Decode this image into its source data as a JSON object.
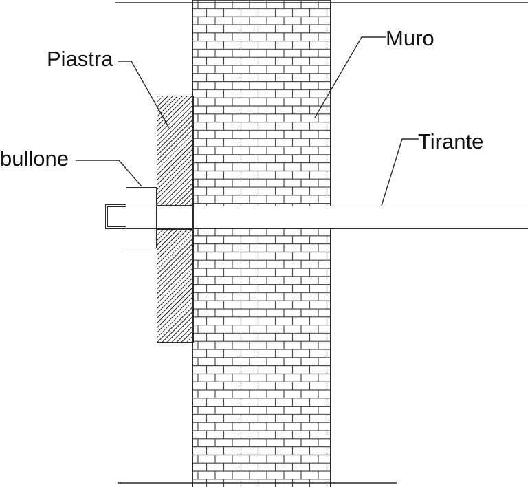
{
  "diagram": {
    "type": "technical-section-drawing",
    "labels": {
      "piastra": "Piastra",
      "bullone": "bullone",
      "muro": "Muro",
      "tirante": "Tirante"
    },
    "colors": {
      "line": "#2a2a2a",
      "brick_joint": "#4c4c4c",
      "background": "#ffffff",
      "text": "#111111"
    }
  }
}
